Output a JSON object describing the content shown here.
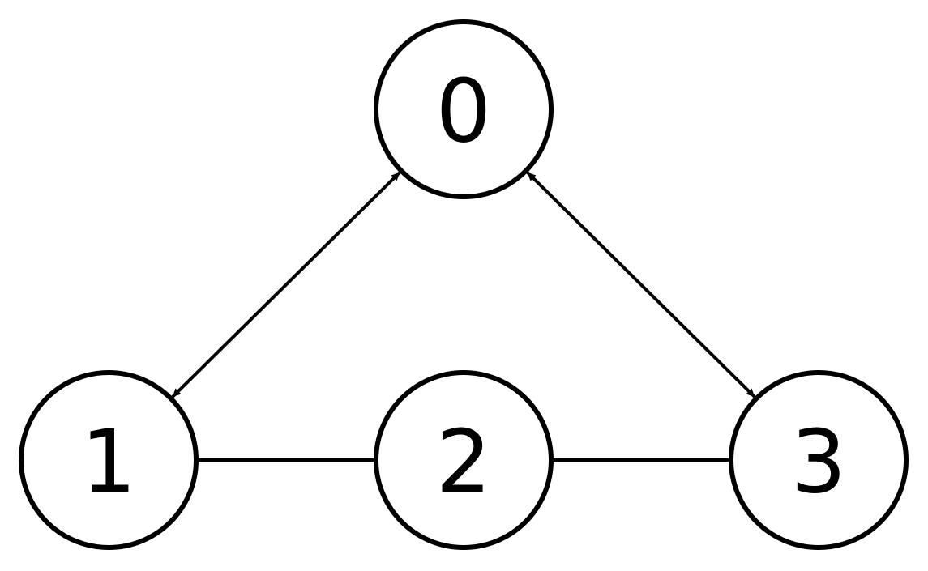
{
  "diagram": {
    "nodes": [
      {
        "id": "0",
        "label": "0"
      },
      {
        "id": "1",
        "label": "1"
      },
      {
        "id": "2",
        "label": "2"
      },
      {
        "id": "3",
        "label": "3"
      }
    ],
    "edges": [
      {
        "from": "0",
        "to": "1",
        "type": "bidirectional"
      },
      {
        "from": "0",
        "to": "3",
        "type": "bidirectional"
      },
      {
        "from": "1",
        "to": "2",
        "type": "undirected"
      },
      {
        "from": "2",
        "to": "3",
        "type": "undirected"
      }
    ],
    "colors": {
      "stroke": "#000000",
      "fill": "#ffffff",
      "background": "#ffffff"
    }
  }
}
